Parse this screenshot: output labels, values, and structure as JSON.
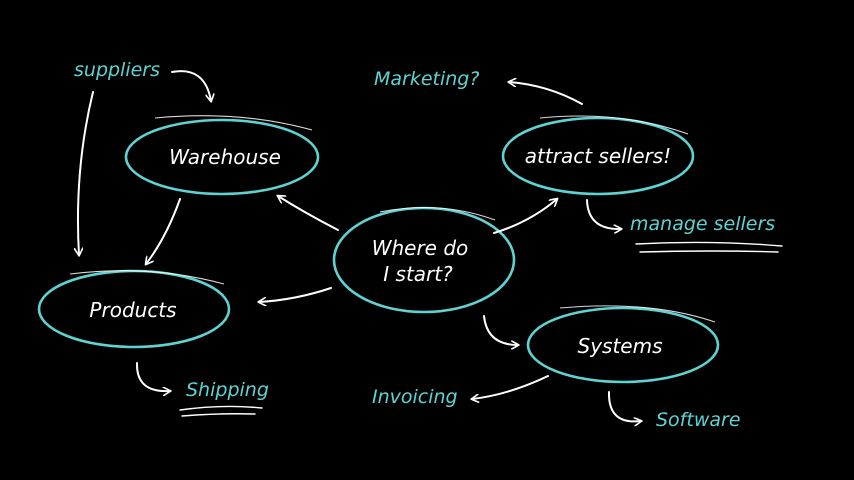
{
  "colors": {
    "background": "#000000",
    "accent": "#5fd3d3",
    "ink": "#ffffff"
  },
  "nodes": {
    "center": "Where do",
    "center_line2": "I start?",
    "warehouse": "Warehouse",
    "attract_sellers": "attract sellers!",
    "products": "Products",
    "systems": "Systems"
  },
  "labels": {
    "suppliers": "suppliers",
    "marketing": "Marketing?",
    "manage_sellers": "manage sellers",
    "shipping": "Shipping",
    "invoicing": "Invoicing",
    "software": "Software"
  }
}
